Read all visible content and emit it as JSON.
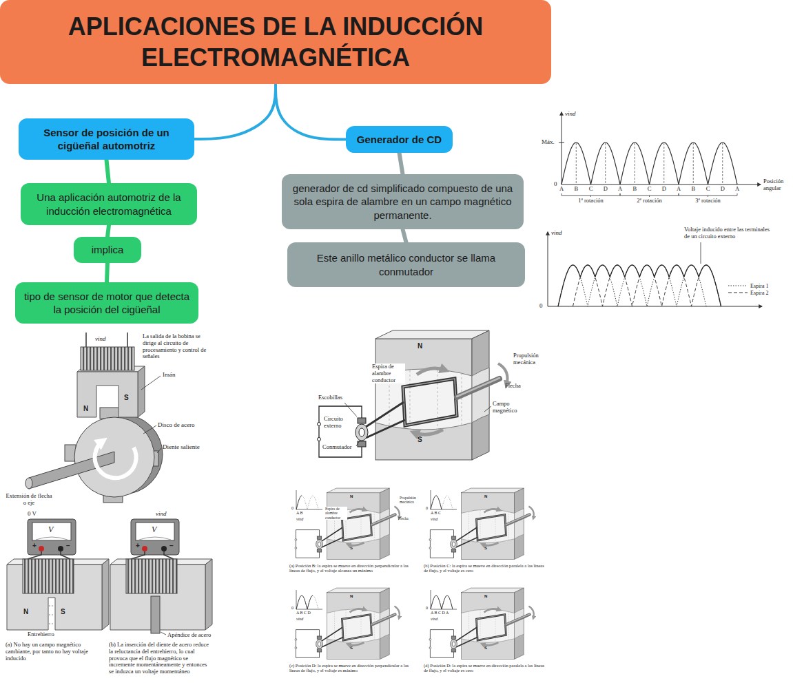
{
  "diagram": {
    "nodes": [
      {
        "text": [
          "APLICACIONES DE LA INDUCCIÓN ELECTROMAGNÉTICA"
        ]
      },
      {
        "text": [
          "Sensor de posición de un cigüeñal automotriz"
        ]
      },
      {
        "text": [
          "Una aplicación automotriz de la inducción electromagnética"
        ]
      },
      {
        "text": [
          "implica"
        ]
      },
      {
        "text": [
          "tipo de sensor de motor que detecta la posición del cigüeñal"
        ]
      },
      {
        "text": [
          "Generador de CD"
        ]
      },
      {
        "text": [
          "generador de cd simplificado compuesto de una sola espira de alambre en un campo magnético permanente."
        ]
      },
      {
        "text": [
          "Este anillo metálico conductor se llama conmutador"
        ]
      }
    ],
    "edges": [
      {
        "from": 0,
        "to": 1,
        "arrow": "none"
      },
      {
        "from": 1,
        "to": 2,
        "arrow": "none"
      },
      {
        "from": 2,
        "to": 3,
        "arrow": "none"
      },
      {
        "from": 3,
        "to": 4,
        "arrow": "none"
      },
      {
        "from": 0,
        "to": 5,
        "arrow": "none"
      },
      {
        "from": 5,
        "to": 6,
        "arrow": "none"
      },
      {
        "from": 6,
        "to": 7,
        "arrow": "none"
      }
    ],
    "labels": [
      "vind",
      "Máx.",
      "0",
      "Posición angular",
      "A",
      "B",
      "C",
      "D",
      "A",
      "B",
      "C",
      "D",
      "A",
      "B",
      "C",
      "D",
      "A",
      "1ª rotación",
      "2ª rotación",
      "3ª rotación",
      "vind",
      "0",
      "Voltaje inducido entre las terminales de un circuito externo",
      "vind",
      "La salida de la bobina se dirige al circuito de procesamiento y control de señales",
      "Imán",
      "N",
      "S",
      "Disco de acero",
      "Diente saliente",
      "Extensión de flecha o eje",
      "0 V",
      "V",
      "+",
      "−",
      "N",
      "S",
      "Entrehierro",
      "(a) No hay un campo magnético cambiante, por tanto no hay voltaje inducido",
      "vind",
      "V",
      "+",
      "−",
      "Apéndice de acero",
      "(b) La inserción del diente de acero reduce la reluctancia del entrehierro, lo cual provoca que el flujo magnético se incremente momentáneamente y entonces se induzca un voltaje momentáneo",
      "N",
      "S",
      "Espira de alambre conductor",
      "Propulsión mecánica",
      "Flecha",
      "Campo magnético",
      "Escobillas",
      "Circuito externo",
      "Conmutador",
      "0",
      "A B",
      "vind",
      "Espira de alambre conductor",
      "Propulsión mecánica",
      "Flecha",
      "N",
      "S",
      "(a) Posición B: la espira se mueve en dirección perpendicular a las líneas de flujo, y el voltaje alcanza un máximo",
      "0",
      "A B C",
      "vind",
      "N",
      "S",
      "(b) Posición C: la espira se mueve en dirección paralela a las líneas de flujo, y el voltaje es cero",
      "0",
      "A B C D",
      "vind",
      "N",
      "S",
      "(c) Posición D: la espira se mueve en dirección perpendicular a las líneas de flujo, y el voltaje es máximo",
      "0",
      "A B C D A",
      "vind",
      "N",
      "S",
      "(d) Posición D: la espira se mueve en dirección paralela a las líneas de flujo, y el voltaje es cero"
    ],
    "legend": [
      {
        "text": "Espira 1"
      },
      {
        "text": "Espira 2"
      }
    ]
  }
}
